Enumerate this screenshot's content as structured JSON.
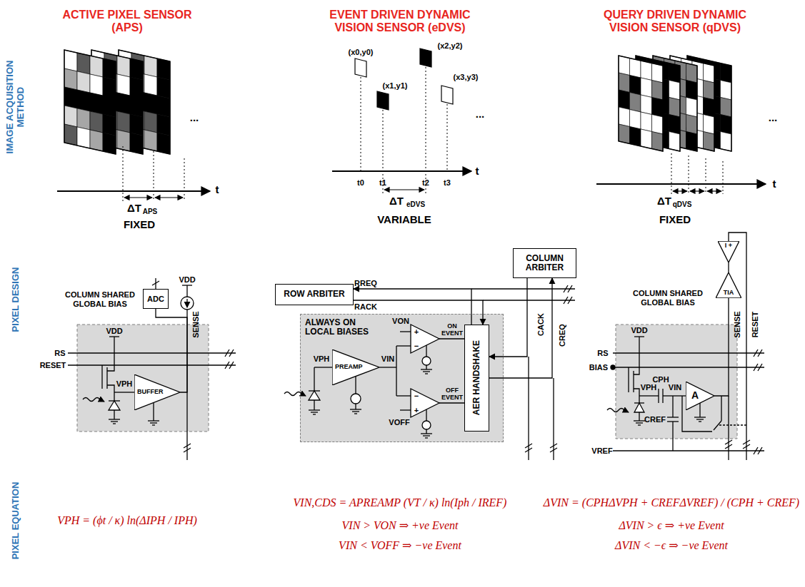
{
  "diagram": {
    "nodes": [
      {
        "text": [
          "ADC"
        ]
      },
      {
        "text": [
          "BUFFER"
        ]
      },
      {
        "text": [
          "COLUMN ARBITER"
        ]
      },
      {
        "text": [
          "ROW ARBITER"
        ]
      },
      {
        "text": [
          "ALWAYS ON LOCAL BIASES"
        ]
      },
      {
        "text": [
          "PREAMP"
        ],
        "in": 4
      },
      {
        "text": [
          "AER HANDSHAKE"
        ],
        "in": 4
      },
      {
        "text": [
          "I +"
        ]
      },
      {
        "text": [
          "TIA"
        ]
      },
      {
        "text": [
          "A"
        ]
      }
    ],
    "edges": [
      {
        "from": 1,
        "to": 0,
        "arrow": "none"
      },
      {
        "from": 6,
        "to": 3,
        "label": "RREQ",
        "arrow": "to"
      },
      {
        "from": 3,
        "to": 6,
        "label": "RACK",
        "arrow": "to"
      },
      {
        "from": 2,
        "to": 6,
        "label": "CACK",
        "arrow": "to"
      },
      {
        "from": 6,
        "to": 2,
        "label": "CREQ",
        "arrow": "to"
      },
      {
        "from": 9,
        "to": 8,
        "arrow": "none"
      },
      {
        "from": 8,
        "to": 7,
        "arrow": "none"
      }
    ],
    "labels": [
      "ACTIVE PIXEL SENSOR (APS)",
      "EVENT DRIVEN DYNAMIC VISION SENSOR (eDVS)",
      "QUERY DRIVEN DYNAMIC VISION SENSOR (qDVS)",
      "IMAGE ACQUISITION METHOD",
      "PIXEL DESIGN",
      "PIXEL EQUATION",
      "...",
      "t",
      "ΔT",
      "APS",
      "FIXED",
      "(x0,y0)",
      "(x1,y1)",
      "(x2,y2)",
      "(x3,y3)",
      "...",
      "t0",
      "t1",
      "t2",
      "t3",
      "t",
      "ΔT",
      "eDVS",
      "VARIABLE",
      "...",
      "t",
      "ΔT",
      "qDVS",
      "FIXED",
      "COLUMN SHARED GLOBAL BIAS",
      "VDD",
      "VDD",
      "RS",
      "RESET",
      "VPH",
      "SENSE",
      "VPH",
      "VIN",
      "VON",
      "VOFF",
      "ON EVENT",
      "OFF EVENT",
      "+",
      "−",
      "−",
      "+",
      "COLUMN SHARED GLOBAL BIAS",
      "VDD",
      "RS",
      "BIAS",
      "CPH",
      "VPH",
      "VIN",
      "CREF",
      "VREF",
      "SENSE",
      "RESET",
      "VPH = (ϕt / κ) ln(ΔIPH / IPH)",
      "VIN,CDS = APREAMP (VT / κ) ln(Iph / IREF)",
      "VIN > VON ⇒ +ve Event",
      "VIN < VOFF ⇒ −ve Event",
      "ΔVIN = (CPHΔVPH + CREFΔVREF) / (CPH + CREF)",
      "ΔVIN > ϵ ⇒ +ve Event",
      "ΔVIN < −ϵ ⇒ −ve Event"
    ]
  }
}
